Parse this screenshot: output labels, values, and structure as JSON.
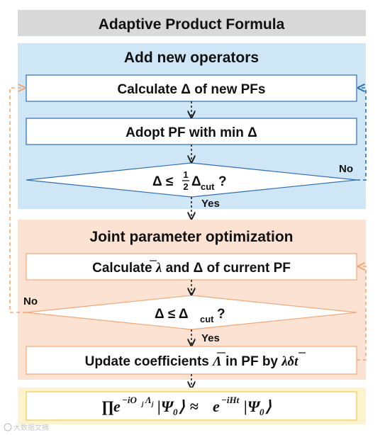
{
  "title": "Adaptive Product Formula",
  "section1": {
    "heading": "Add new operators",
    "step1": "Calculate Δ of new PFs",
    "step2": "Adopt PF with min Δ",
    "decision": {
      "prefix": "Δ ≤ ",
      "frac_num": "1",
      "frac_den": "2",
      "delta": "Δ",
      "sub": "cut",
      "suffix": "?"
    },
    "no_label": "No",
    "yes_label": "Yes"
  },
  "section2": {
    "heading": "Joint parameter optimization",
    "step1": {
      "pre": "Calculate ",
      "lambda": "λ",
      "post": " and Δ of current PF"
    },
    "decision": {
      "prefix": "Δ ≤ Δ",
      "sub": "cut",
      "suffix": "?"
    },
    "no_label": "No",
    "yes_label": "Yes",
    "step2": {
      "pre": "Update coefficients ",
      "Lambda": "Λ",
      "mid": " in PF by ",
      "lambda": "λ",
      "post": "δt"
    }
  },
  "result": {
    "prod": "∏",
    "lhs_base": "e",
    "lhs_exp": "−iO",
    "lhs_sub": "j",
    "lhs_exp2": "Λ",
    "lhs_sub2": "j",
    "psi": "|Ψ",
    "zero": "0",
    "ket": "⟩",
    "approx": " ≈ ",
    "rhs_base": "e",
    "rhs_exp": "−iHt"
  },
  "watermark": "大数据文摘",
  "colors": {
    "title_bg": "#d9d9d9",
    "section1_bg": "#cfe6f7",
    "section2_bg": "#fbe2d3",
    "result_bg": "#fdf3cf",
    "result_border": "#f2d36c",
    "blue_line": "#2f6fb5",
    "orange_line": "#f0a878"
  }
}
